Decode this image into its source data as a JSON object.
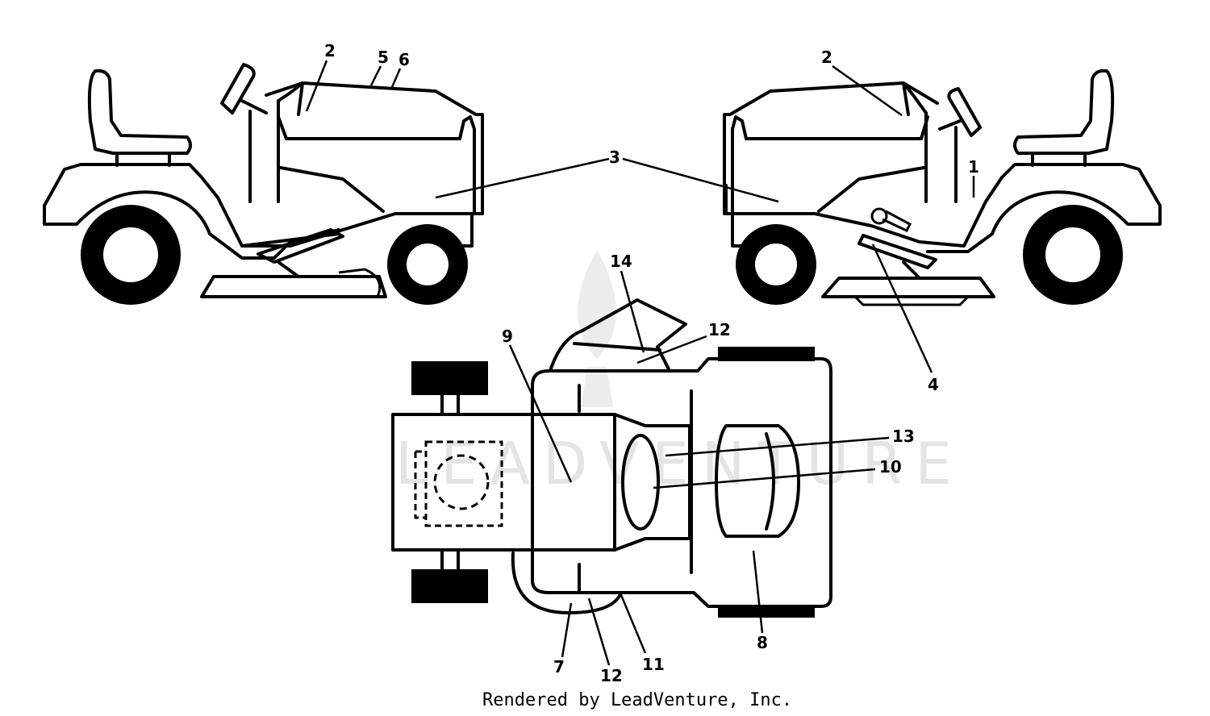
{
  "callouts": {
    "c1": "1",
    "c2a": "2",
    "c2b": "2",
    "c3": "3",
    "c4": "4",
    "c5": "5",
    "c6": "6",
    "c7": "7",
    "c8": "8",
    "c9": "9",
    "c10": "10",
    "c11": "11",
    "c12a": "12",
    "c12b": "12",
    "c13": "13",
    "c14": "14"
  },
  "watermark": "LEADVENTURE",
  "footer": {
    "credit": "Rendered by LeadVenture, Inc."
  },
  "icons": {
    "watermark_logo": "flame-logo-icon"
  }
}
